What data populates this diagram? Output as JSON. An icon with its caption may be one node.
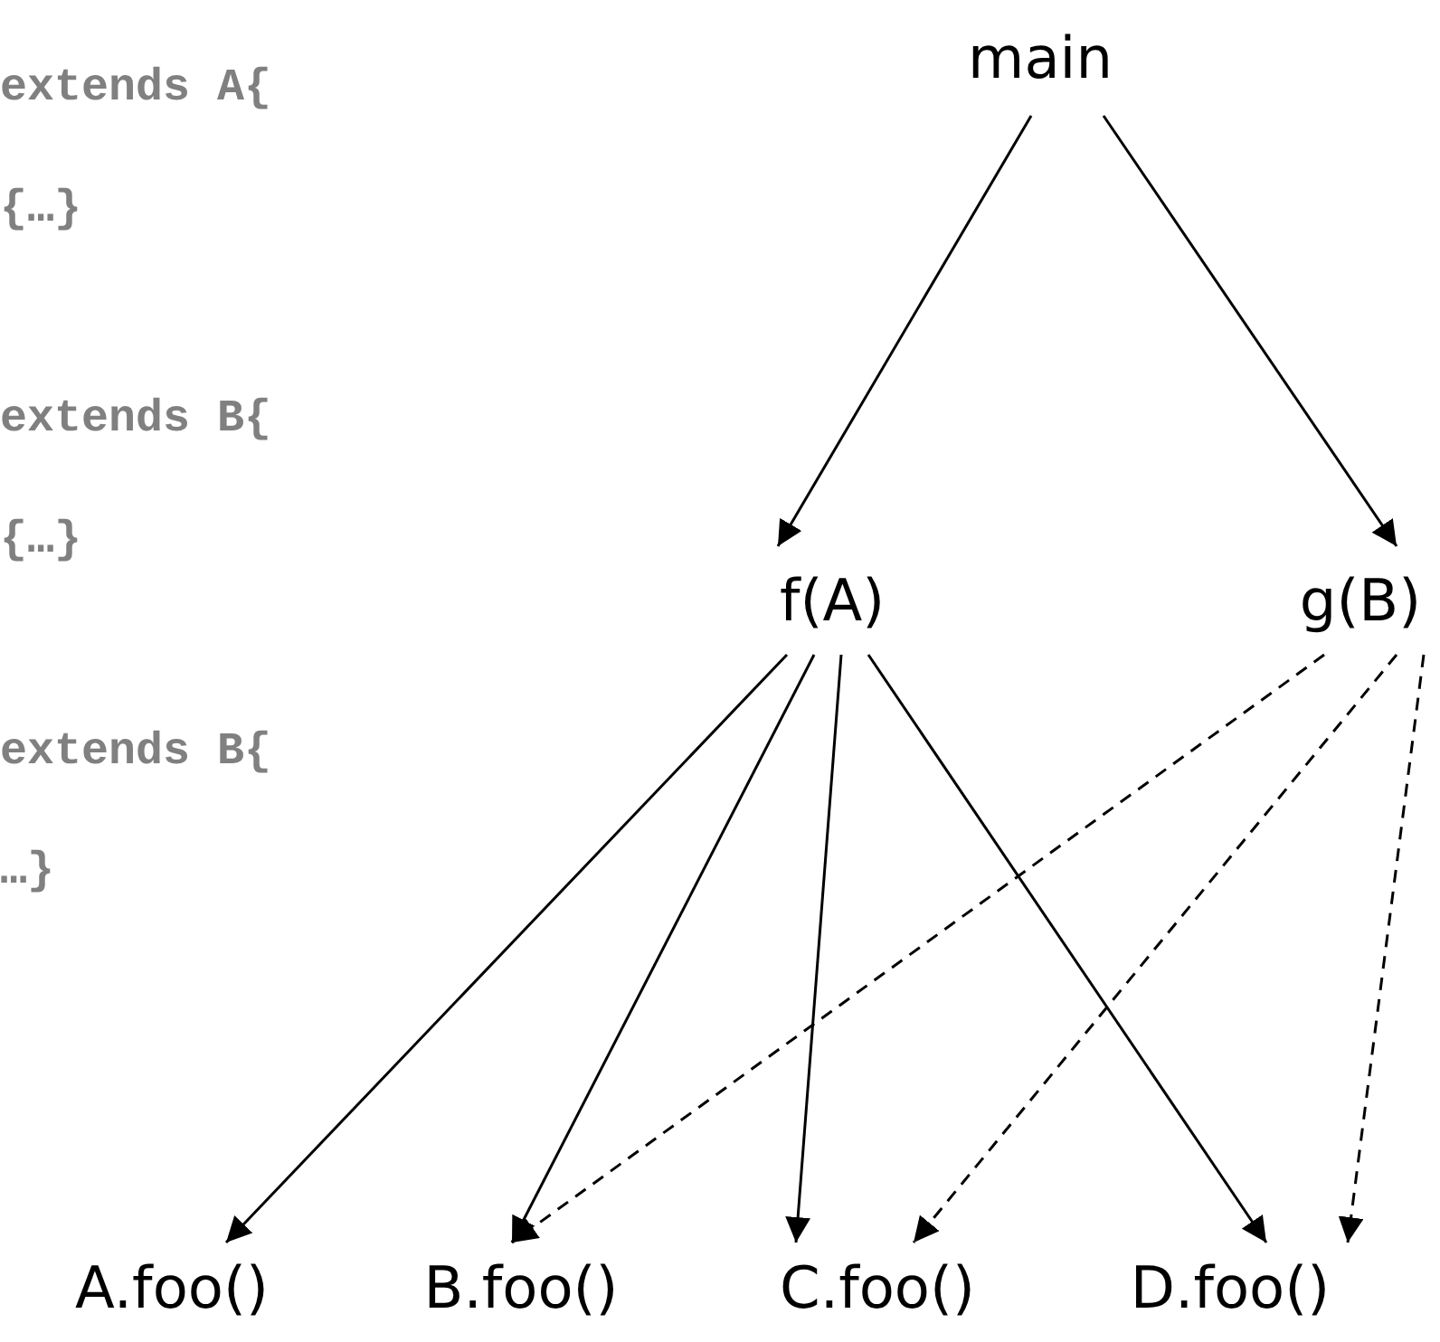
{
  "diagram": {
    "nodes": [
      {
        "text": [
          "main"
        ]
      },
      {
        "text": [
          "f(A)"
        ]
      },
      {
        "text": [
          "g(B)"
        ]
      },
      {
        "text": [
          "A.foo()"
        ]
      },
      {
        "text": [
          "B.foo()"
        ]
      },
      {
        "text": [
          "C.foo()"
        ]
      },
      {
        "text": [
          "D.foo()"
        ]
      }
    ],
    "edges": [
      {
        "from": 0,
        "to": 1,
        "arrow": "to"
      },
      {
        "from": 0,
        "to": 2,
        "arrow": "to"
      },
      {
        "from": 1,
        "to": 3,
        "arrow": "to"
      },
      {
        "from": 1,
        "to": 4,
        "arrow": "to"
      },
      {
        "from": 1,
        "to": 5,
        "arrow": "to"
      },
      {
        "from": 1,
        "to": 6,
        "arrow": "to"
      },
      {
        "from": 2,
        "to": 4,
        "arrow": "to",
        "style": "dashed"
      },
      {
        "from": 2,
        "to": 5,
        "arrow": "to",
        "style": "dashed"
      },
      {
        "from": 2,
        "to": 6,
        "arrow": "to",
        "style": "dashed"
      }
    ],
    "labels": [
      "extends A{",
      "{…}",
      "extends B{",
      "{…}",
      "extends B{",
      "…}"
    ]
  }
}
